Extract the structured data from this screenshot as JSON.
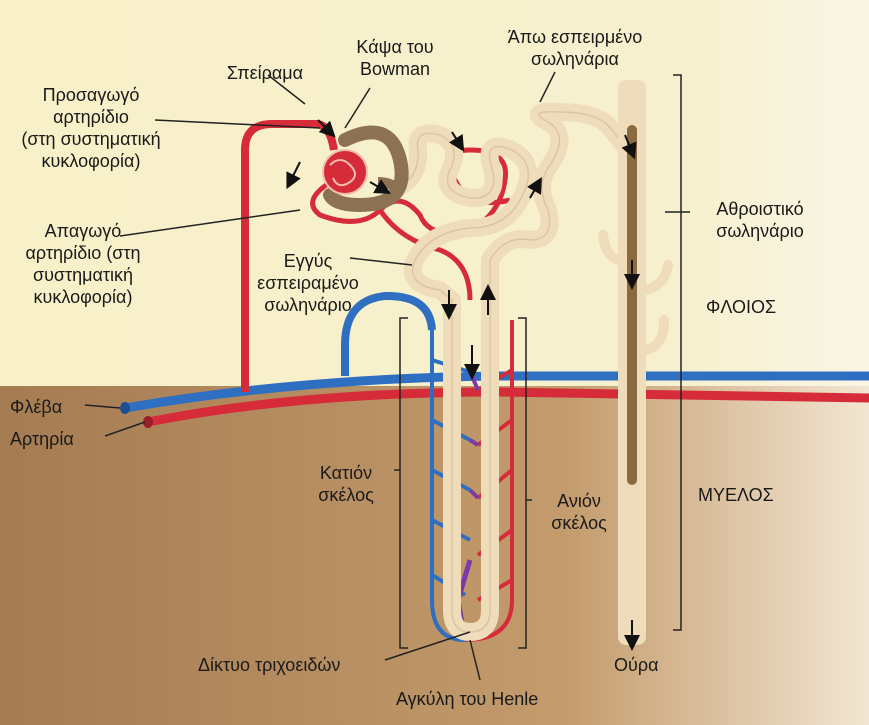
{
  "colors": {
    "cortex_bg": "#f6efc6",
    "medulla_bg": "#b5895c",
    "artery": "#d62c3a",
    "vein": "#2f6fc1",
    "tubule": "#efdcba",
    "collecting_inner": "#8a6a3f",
    "capillary_mix": "#7b3aa5",
    "bowman": "#8c7253"
  },
  "labels": {
    "glomerulus": "Σπείραμα",
    "bowman": "Κάψα του\nBowman",
    "distal": "Άπω εσπειρμένο\nσωληνάρια",
    "afferent": "Προσαγωγό\nαρτηρίδιο\n(στη συστηματική\nκυκλοφορία)",
    "efferent": "Απαγωγό\nαρτηρίδιο (στη\nσυστηματική\nκυκλοφορία)",
    "proximal": "Εγγύς\nεσπειραμένο\nσωληνάριο",
    "collecting": "Αθροιστικό\nσωληνάριο",
    "cortex": "ΦΛΟΙΟΣ",
    "vein": "Φλέβα",
    "artery": "Αρτηρία",
    "descending": "Κατιόν\nσκέλος",
    "ascending": "Ανιόν\nσκέλος",
    "medulla": "ΜΥΕΛΟΣ",
    "capillary_net": "Δίκτυο τριχοειδών",
    "urine": "Ούρα",
    "henle": "Αγκύλη του Henle"
  }
}
